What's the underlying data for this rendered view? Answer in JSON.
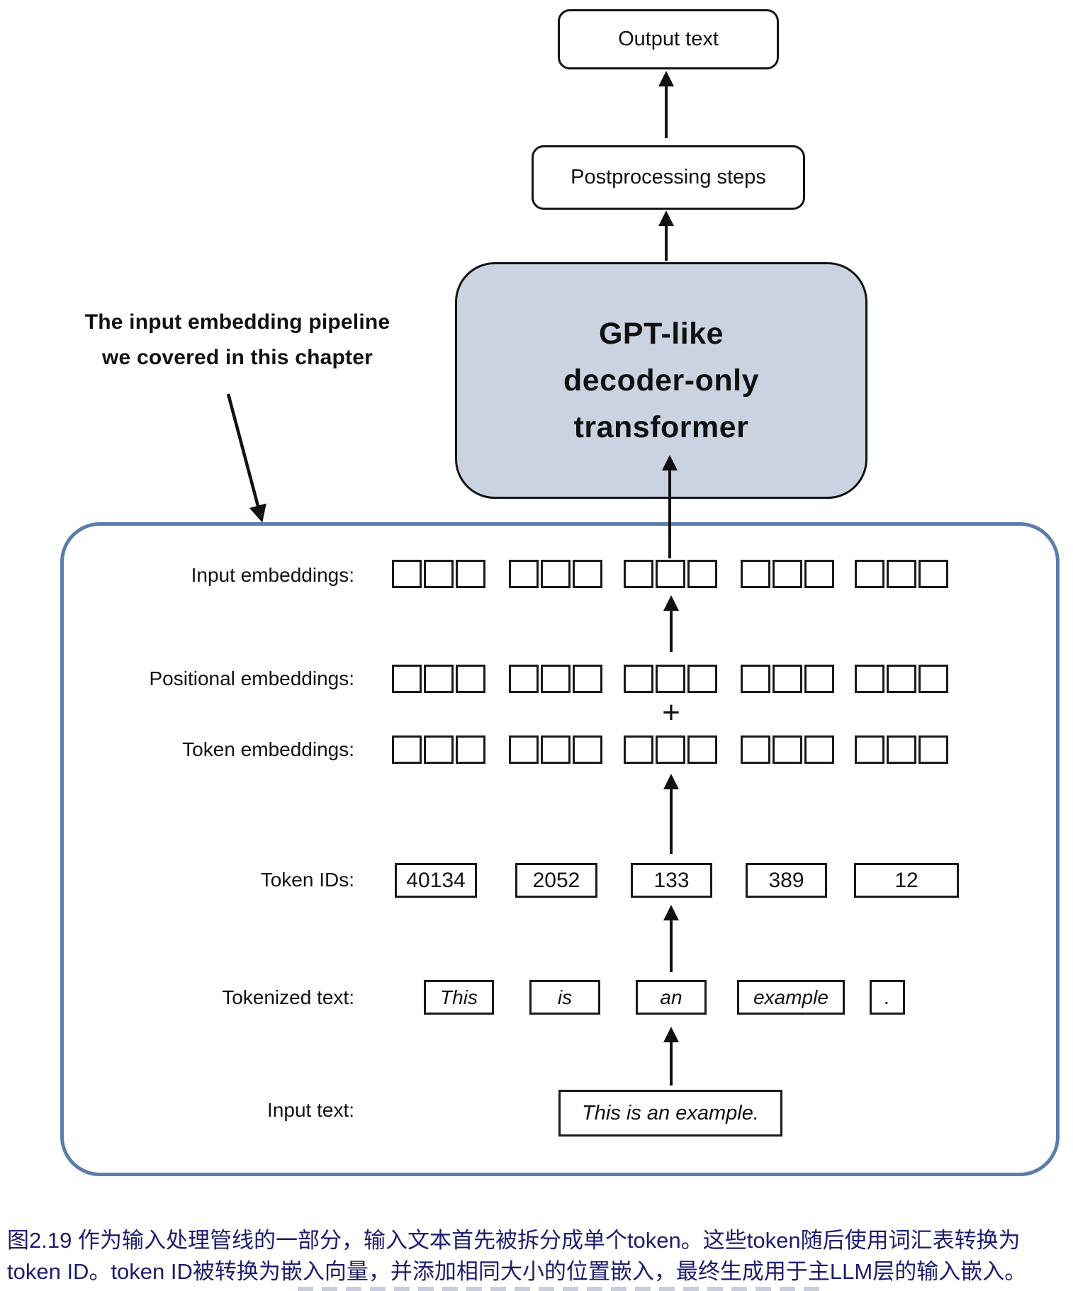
{
  "diagram": {
    "output_text_label": "Output text",
    "postprocessing_label": "Postprocessing steps",
    "gpt_lines": [
      "GPT-like",
      "decoder-only",
      "transformer"
    ],
    "annotation_lines": [
      "The input embedding pipeline",
      "we covered in this chapter"
    ],
    "rows": {
      "input_embeddings_label": "Input embeddings:",
      "positional_embeddings_label": "Positional embeddings:",
      "plus_sign": "+",
      "token_embeddings_label": "Token embeddings:",
      "token_ids_label": "Token IDs:",
      "token_ids": [
        "40134",
        "2052",
        "133",
        "389",
        "12"
      ],
      "tokenized_label": "Tokenized text:",
      "tokens": [
        "This",
        "is",
        "an",
        "example",
        "."
      ],
      "input_text_label": "Input text:",
      "input_text_value": "This is an example."
    },
    "embedding_groups": 5,
    "squares_per_group": 3
  },
  "caption": {
    "line1": "图2.19 作为输入处理管线的一部分，输入文本首先被拆分成单个token。这些token随后使用词汇表转换为",
    "line2": "token ID。token ID被转换为嵌入向量，并添加相同大小的位置嵌入，最终生成用于主LLM层的输入嵌入。"
  },
  "colors": {
    "gpt_fill": "#c9d3e2",
    "container_border": "#5b7dad",
    "caption_text": "#1c1c6e",
    "box_border": "#1a1a1a",
    "arrow": "#111111"
  }
}
